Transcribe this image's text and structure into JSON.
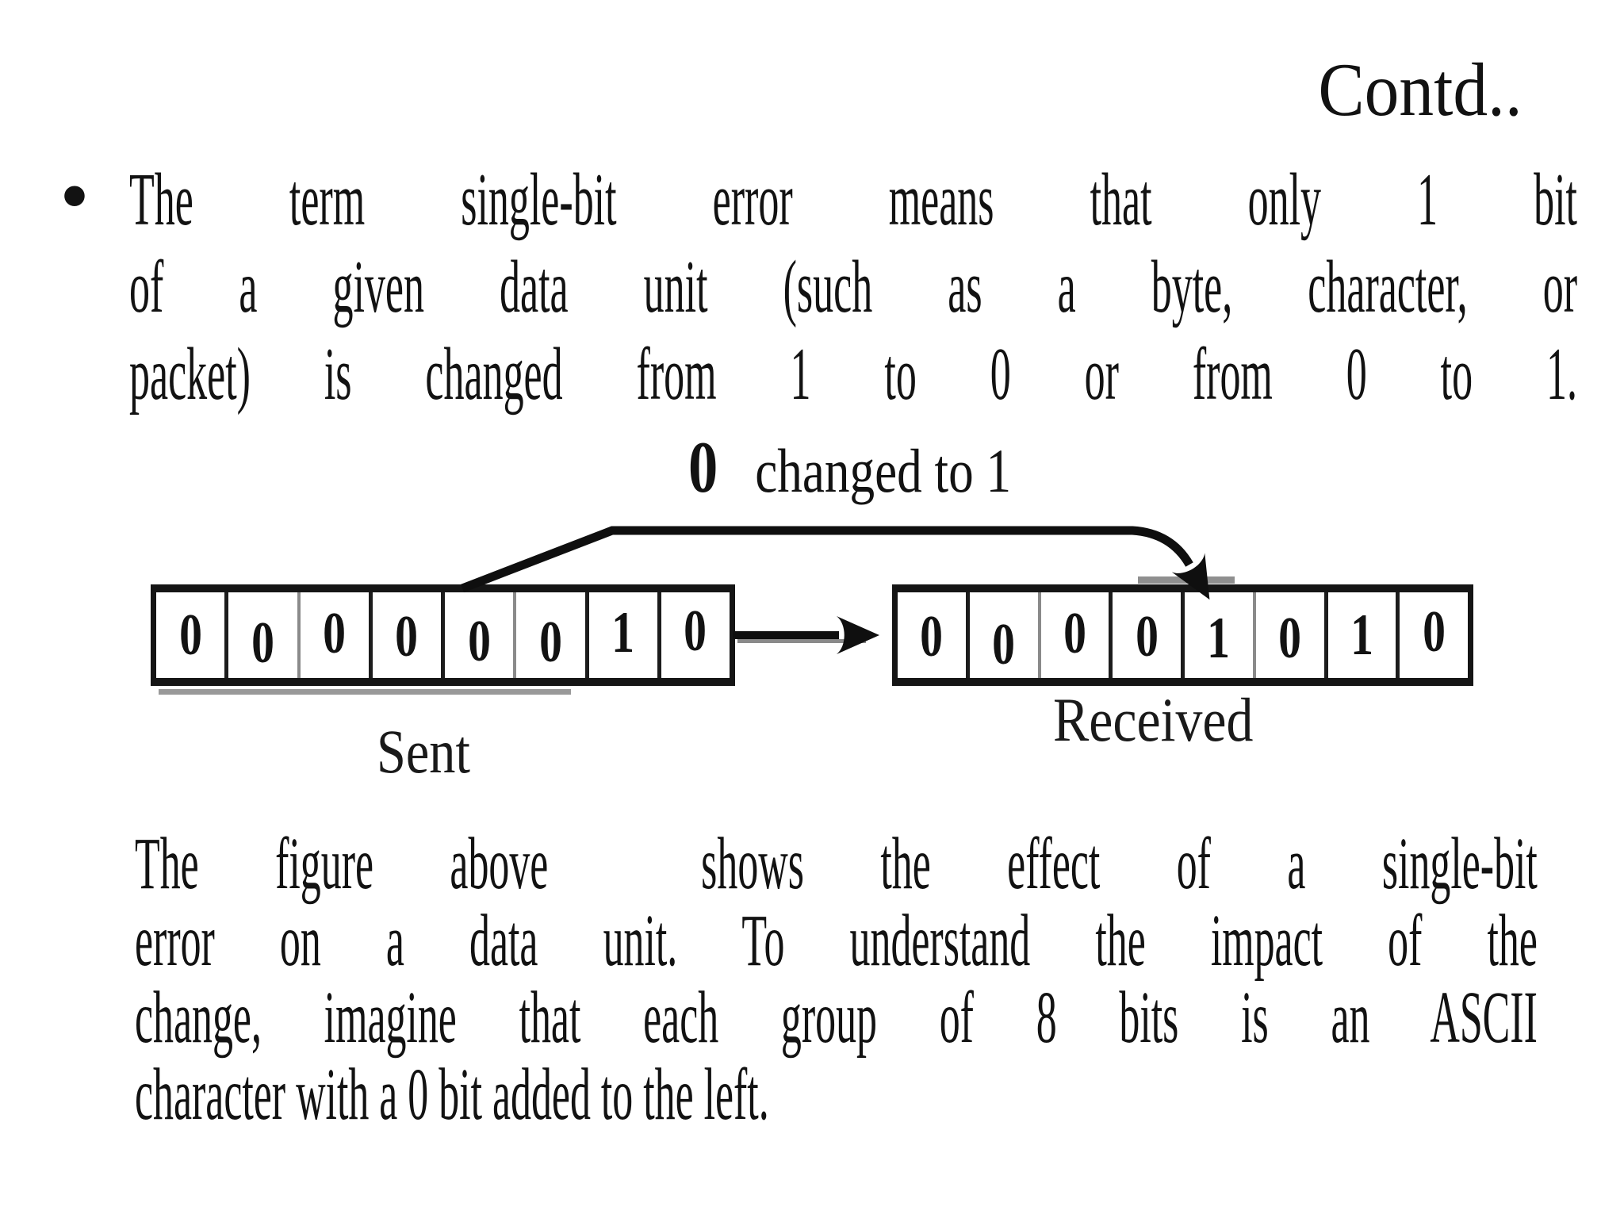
{
  "slide": {
    "continuation": "Contd..",
    "bullet_marker": "•",
    "bullet_lines": [
      "The term single-bit error means that only 1 bit",
      "of a given data unit (such as a byte, character, or",
      "packet) is changed from 1 to 0 or from 0 to 1."
    ],
    "figure": {
      "annotation_prefix": "0",
      "annotation_text": "changed to 1",
      "sent": {
        "label": "Sent",
        "bits": [
          "0",
          "0",
          "0",
          "0",
          "0",
          "0",
          "1",
          "0"
        ]
      },
      "received": {
        "label": "Received",
        "bits": [
          "0",
          "0",
          "0",
          "0",
          "1",
          "0",
          "1",
          "0"
        ]
      }
    },
    "paragraph_lines": [
      "The figure above  shows the effect of a single-bit",
      "error on a data unit. To understand the impact of the",
      "change, imagine that each group of 8 bits is an ASCII",
      "character with a 0 bit added to the left."
    ],
    "colors": {
      "ink": "#121212",
      "background": "#ffffff",
      "artifact_gray": "#8f8f8f"
    }
  }
}
